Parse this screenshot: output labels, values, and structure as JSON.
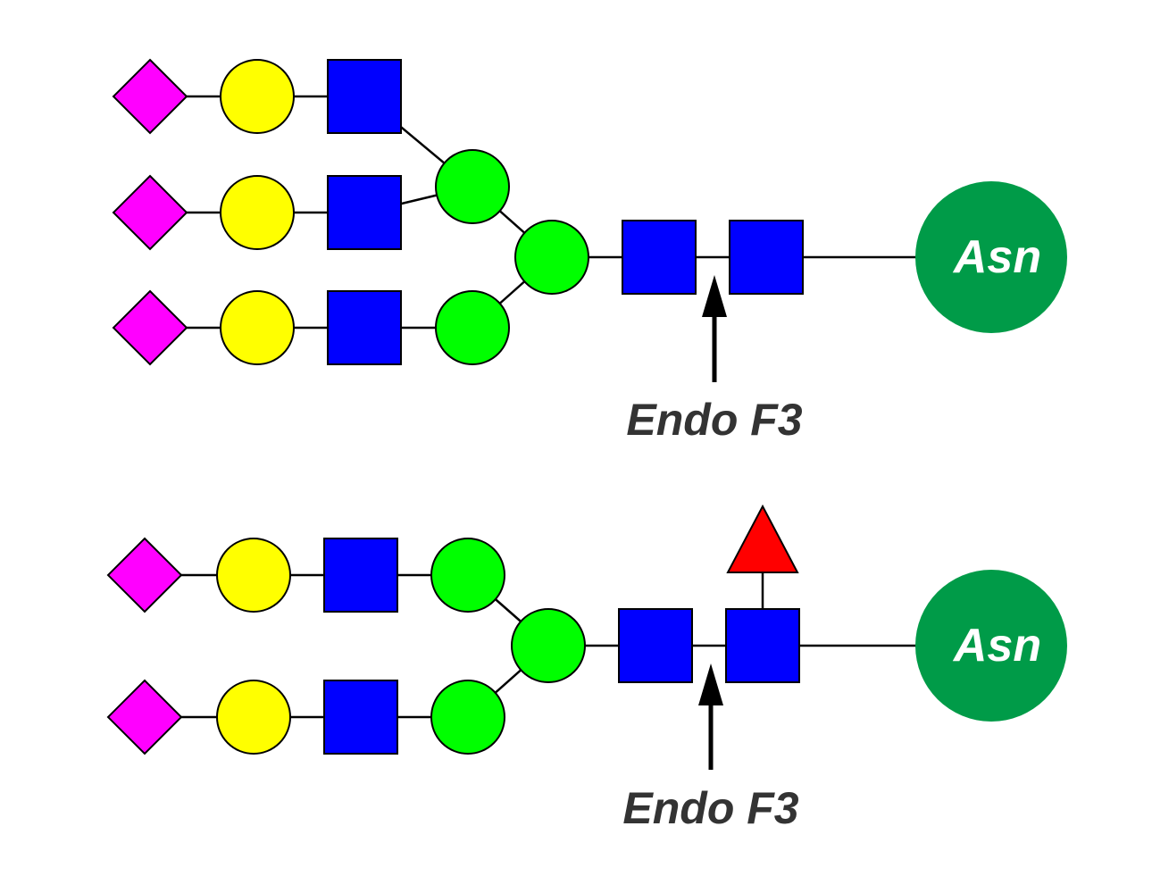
{
  "colors": {
    "sialic_acid": "#ff00ff",
    "galactose": "#ffff00",
    "glcnac": "#0000ff",
    "mannose": "#00ff00",
    "fucose": "#ff0000",
    "asn": "#009b48",
    "label": "#333333"
  },
  "structures": [
    {
      "name": "triantennary-glycan",
      "asn_label": "Asn",
      "enzyme_label": "Endo F3",
      "fucosylated": false,
      "antennae_count": 3
    },
    {
      "name": "core-fucosylated-biantennary-glycan",
      "asn_label": "Asn",
      "enzyme_label": "Endo F3",
      "fucosylated": true,
      "antennae_count": 2
    }
  ]
}
